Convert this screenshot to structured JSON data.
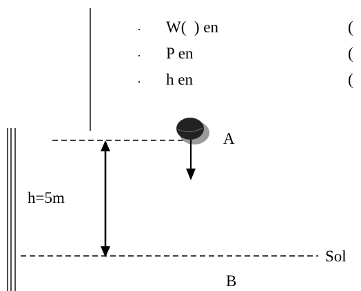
{
  "bullet_list": {
    "items": [
      {
        "bullet": "·",
        "label": "W(  ) en",
        "trailing": "("
      },
      {
        "bullet": "·",
        "label": "P en",
        "trailing": "("
      },
      {
        "bullet": "·",
        "label": "h en",
        "trailing": "("
      }
    ]
  },
  "diagram": {
    "point_a_label": "A",
    "point_b_label": "B",
    "ground_label": "Sol",
    "height_label": "h=5m",
    "height_value_m": 5,
    "ball_color": "#222222",
    "ball_shadow_color": "#9a9a9a",
    "line_color": "#000000"
  }
}
